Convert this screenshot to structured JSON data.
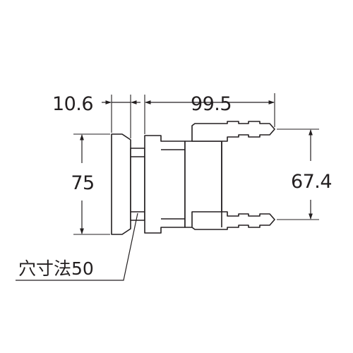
{
  "dimensions": {
    "inner_width": "10.6",
    "length": "99.5",
    "height": "75",
    "spacing": "67.4"
  },
  "note": {
    "hole_size": "穴寸法50"
  },
  "colors": {
    "line": "#231f20",
    "fill": "#ffffff"
  }
}
